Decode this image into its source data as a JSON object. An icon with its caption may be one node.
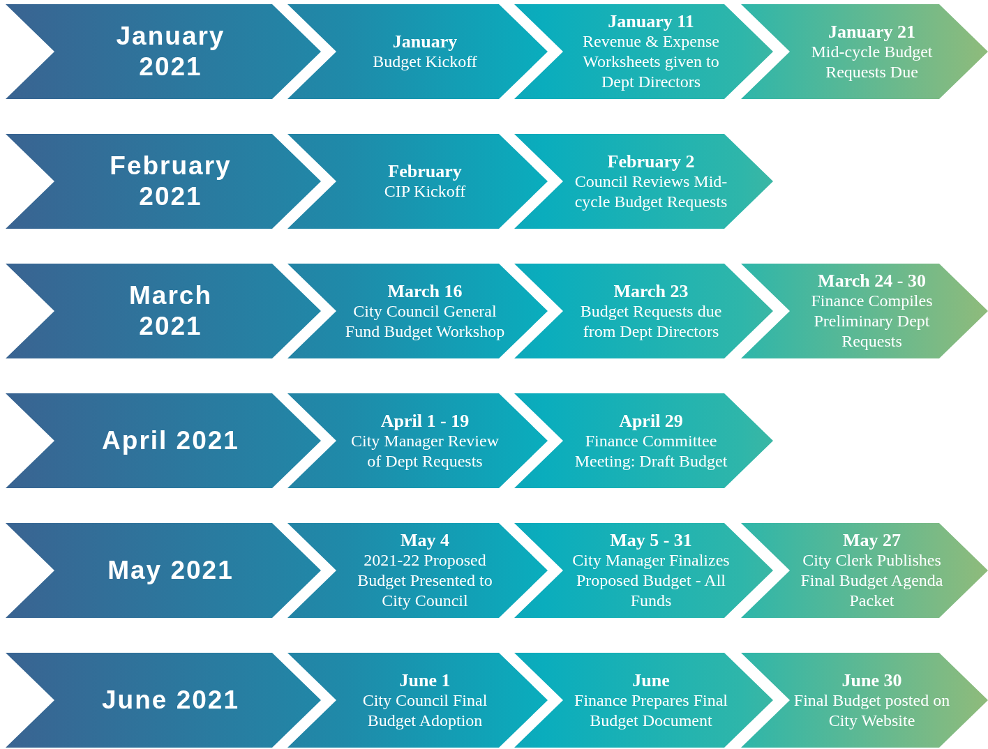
{
  "diagram": {
    "nodes": [
      {
        "text": [
          "January 2021"
        ]
      },
      {
        "text": [
          "January",
          "Budget Kickoff"
        ]
      },
      {
        "text": [
          "January 11",
          "Revenue & Expense Worksheets given to Dept Directors"
        ]
      },
      {
        "text": [
          "January 21",
          "Mid-cycle Budget Requests Due"
        ]
      },
      {
        "text": [
          "February 2021"
        ]
      },
      {
        "text": [
          "February",
          "CIP Kickoff"
        ]
      },
      {
        "text": [
          "February 2",
          "Council Reviews Mid-cycle Budget Requests"
        ]
      },
      {
        "text": [
          "March 2021"
        ]
      },
      {
        "text": [
          "March 16",
          "City Council General Fund Budget Workshop"
        ]
      },
      {
        "text": [
          "March 23",
          "Budget Requests due from Dept Directors"
        ]
      },
      {
        "text": [
          "March 24 - 30",
          "Finance Compiles Preliminary Dept Requests"
        ]
      },
      {
        "text": [
          "April 2021"
        ]
      },
      {
        "text": [
          "April 1 - 19",
          "City Manager Review of Dept Requests"
        ]
      },
      {
        "text": [
          "April 29",
          "Finance Committee Meeting: Draft Budget"
        ]
      },
      {
        "text": [
          "May 2021"
        ]
      },
      {
        "text": [
          "May 4",
          "2021-22 Proposed Budget Presented to City Council"
        ]
      },
      {
        "text": [
          "May 5 - 31",
          "City Manager Finalizes Proposed Budget - All Funds"
        ]
      },
      {
        "text": [
          "May 27",
          "City Clerk Publishes Final Budget Agenda Packet"
        ]
      },
      {
        "text": [
          "June 2021"
        ]
      },
      {
        "text": [
          "June 1",
          "City Council Final Budget Adoption"
        ]
      },
      {
        "text": [
          "June",
          "Finance Prepares Final Budget Document"
        ]
      },
      {
        "text": [
          "June 30",
          "Final Budget posted on City Website"
        ]
      }
    ],
    "edges": []
  }
}
